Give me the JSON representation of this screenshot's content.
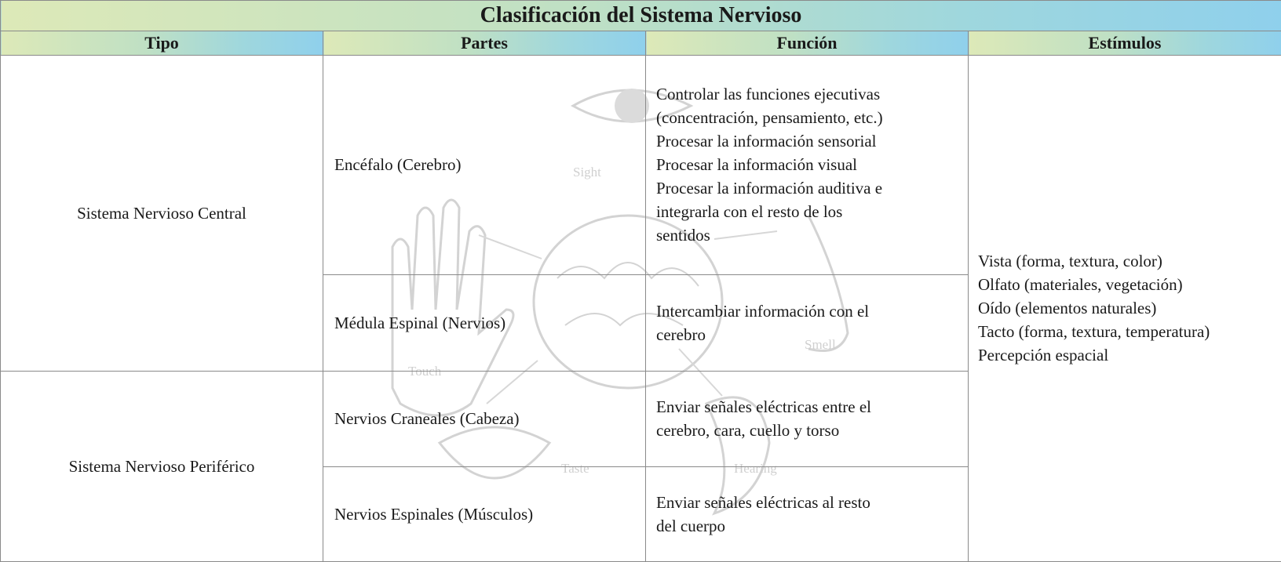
{
  "title": "Clasificación del Sistema Nervioso",
  "headers": [
    "Tipo",
    "Partes",
    "Función",
    "Estímulos"
  ],
  "rows": [
    {
      "tipo": "Sistema Nervioso Central",
      "parte": "Encéfalo (Cerebro)",
      "funcion": [
        "Controlar las funciones ejecutivas",
        "(concentración, pensamiento, etc.)",
        "Procesar la información sensorial",
        "Procesar la información visual",
        "Procesar la información auditiva e",
        "integrarla con el resto de los",
        "sentidos"
      ]
    },
    {
      "parte": "Médula Espinal (Nervios)",
      "funcion": [
        "Intercambiar información con el",
        "cerebro"
      ]
    },
    {
      "tipo": "Sistema Nervioso Periférico",
      "parte": "Nervios Craneales (Cabeza)",
      "funcion": [
        "Enviar señales eléctricas entre el",
        "cerebro, cara, cuello y torso"
      ]
    },
    {
      "parte": "Nervios Espinales (Músculos)",
      "funcion": [
        "Enviar señales eléctricas al resto",
        "del cuerpo"
      ]
    }
  ],
  "estimulos": [
    "Vista (forma, textura, color)",
    "Olfato (materiales, vegetación)",
    "Oído (elementos naturales)",
    "Tacto (forma, textura, temperatura)",
    "Percepción espacial"
  ],
  "watermark": {
    "labels": [
      "Sight",
      "Smell",
      "Touch",
      "Taste",
      "Hearing"
    ]
  }
}
